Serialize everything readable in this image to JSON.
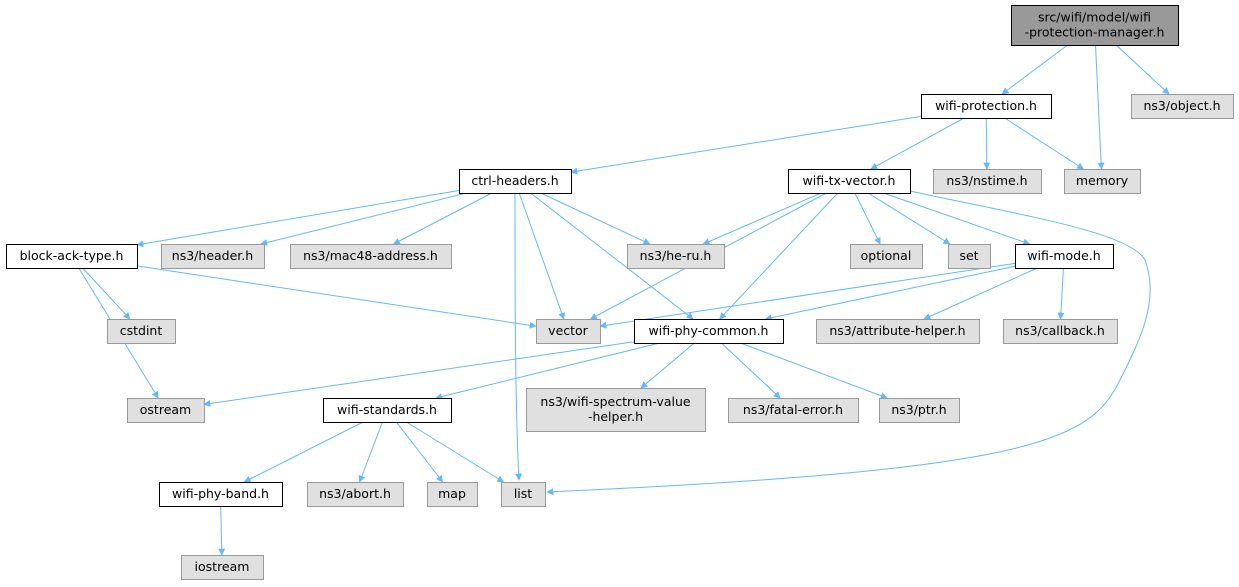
{
  "diagram": {
    "title": "",
    "colors": {
      "root_fill": "#999999",
      "local_fill": "#ffffff",
      "external_fill": "#e0e0e0",
      "external_stroke": "#999999",
      "local_stroke": "#000000",
      "edge": "#63b8ff",
      "text": "#000000"
    },
    "nodes": [
      {
        "id": "root",
        "kind": "root",
        "lines": [
          "src/wifi/model/wifi",
          "-protection-manager.h"
        ]
      },
      {
        "id": "wifi-protection",
        "kind": "local",
        "lines": [
          "wifi-protection.h"
        ]
      },
      {
        "id": "ns3-object",
        "kind": "external",
        "lines": [
          "ns3/object.h"
        ]
      },
      {
        "id": "ctrl-headers",
        "kind": "local",
        "lines": [
          "ctrl-headers.h"
        ]
      },
      {
        "id": "wifi-tx-vector",
        "kind": "local",
        "lines": [
          "wifi-tx-vector.h"
        ]
      },
      {
        "id": "ns3-nstime",
        "kind": "external",
        "lines": [
          "ns3/nstime.h"
        ]
      },
      {
        "id": "memory",
        "kind": "external",
        "lines": [
          "memory"
        ]
      },
      {
        "id": "block-ack-type",
        "kind": "local",
        "lines": [
          "block-ack-type.h"
        ]
      },
      {
        "id": "ns3-header",
        "kind": "external",
        "lines": [
          "ns3/header.h"
        ]
      },
      {
        "id": "ns3-mac48",
        "kind": "external",
        "lines": [
          "ns3/mac48-address.h"
        ]
      },
      {
        "id": "ns3-he-ru",
        "kind": "external",
        "lines": [
          "ns3/he-ru.h"
        ]
      },
      {
        "id": "optional",
        "kind": "external",
        "lines": [
          "optional"
        ]
      },
      {
        "id": "set",
        "kind": "external",
        "lines": [
          "set"
        ]
      },
      {
        "id": "wifi-mode",
        "kind": "local",
        "lines": [
          "wifi-mode.h"
        ]
      },
      {
        "id": "cstdint",
        "kind": "external",
        "lines": [
          "cstdint"
        ]
      },
      {
        "id": "vector",
        "kind": "external",
        "lines": [
          "vector"
        ]
      },
      {
        "id": "wifi-phy-common",
        "kind": "local",
        "lines": [
          "wifi-phy-common.h"
        ]
      },
      {
        "id": "ns3-attribute-helper",
        "kind": "external",
        "lines": [
          "ns3/attribute-helper.h"
        ]
      },
      {
        "id": "ns3-callback",
        "kind": "external",
        "lines": [
          "ns3/callback.h"
        ]
      },
      {
        "id": "ostream",
        "kind": "external",
        "lines": [
          "ostream"
        ]
      },
      {
        "id": "wifi-standards",
        "kind": "local",
        "lines": [
          "wifi-standards.h"
        ]
      },
      {
        "id": "ns3-wifi-spectrum",
        "kind": "external",
        "lines": [
          "ns3/wifi-spectrum-value",
          "-helper.h"
        ]
      },
      {
        "id": "ns3-fatal-error",
        "kind": "external",
        "lines": [
          "ns3/fatal-error.h"
        ]
      },
      {
        "id": "ns3-ptr",
        "kind": "external",
        "lines": [
          "ns3/ptr.h"
        ]
      },
      {
        "id": "wifi-phy-band",
        "kind": "local",
        "lines": [
          "wifi-phy-band.h"
        ]
      },
      {
        "id": "ns3-abort",
        "kind": "external",
        "lines": [
          "ns3/abort.h"
        ]
      },
      {
        "id": "map",
        "kind": "external",
        "lines": [
          "map"
        ]
      },
      {
        "id": "list",
        "kind": "external",
        "lines": [
          "list"
        ]
      },
      {
        "id": "iostream",
        "kind": "external",
        "lines": [
          "iostream"
        ]
      }
    ],
    "edges": [
      {
        "from": "root",
        "to": "wifi-protection"
      },
      {
        "from": "root",
        "to": "memory"
      },
      {
        "from": "root",
        "to": "ns3-object"
      },
      {
        "from": "wifi-protection",
        "to": "ctrl-headers"
      },
      {
        "from": "wifi-protection",
        "to": "wifi-tx-vector"
      },
      {
        "from": "wifi-protection",
        "to": "ns3-nstime"
      },
      {
        "from": "wifi-protection",
        "to": "memory"
      },
      {
        "from": "ctrl-headers",
        "to": "block-ack-type"
      },
      {
        "from": "ctrl-headers",
        "to": "ns3-header"
      },
      {
        "from": "ctrl-headers",
        "to": "ns3-mac48"
      },
      {
        "from": "ctrl-headers",
        "to": "ns3-he-ru"
      },
      {
        "from": "ctrl-headers",
        "to": "vector"
      },
      {
        "from": "ctrl-headers",
        "to": "wifi-phy-common"
      },
      {
        "from": "ctrl-headers",
        "to": "list"
      },
      {
        "from": "wifi-tx-vector",
        "to": "ns3-he-ru"
      },
      {
        "from": "wifi-tx-vector",
        "to": "optional"
      },
      {
        "from": "wifi-tx-vector",
        "to": "set"
      },
      {
        "from": "wifi-tx-vector",
        "to": "wifi-mode"
      },
      {
        "from": "wifi-tx-vector",
        "to": "vector"
      },
      {
        "from": "wifi-tx-vector",
        "to": "wifi-phy-common"
      },
      {
        "from": "wifi-tx-vector",
        "to": "list"
      },
      {
        "from": "block-ack-type",
        "to": "cstdint"
      },
      {
        "from": "block-ack-type",
        "to": "ostream"
      },
      {
        "from": "block-ack-type",
        "to": "vector"
      },
      {
        "from": "wifi-mode",
        "to": "vector"
      },
      {
        "from": "wifi-mode",
        "to": "wifi-phy-common"
      },
      {
        "from": "wifi-mode",
        "to": "ns3-attribute-helper"
      },
      {
        "from": "wifi-mode",
        "to": "ns3-callback"
      },
      {
        "from": "wifi-phy-common",
        "to": "ostream"
      },
      {
        "from": "wifi-phy-common",
        "to": "wifi-standards"
      },
      {
        "from": "wifi-phy-common",
        "to": "ns3-wifi-spectrum"
      },
      {
        "from": "wifi-phy-common",
        "to": "ns3-fatal-error"
      },
      {
        "from": "wifi-phy-common",
        "to": "ns3-ptr"
      },
      {
        "from": "wifi-standards",
        "to": "wifi-phy-band"
      },
      {
        "from": "wifi-standards",
        "to": "ns3-abort"
      },
      {
        "from": "wifi-standards",
        "to": "map"
      },
      {
        "from": "wifi-standards",
        "to": "list"
      },
      {
        "from": "wifi-phy-band",
        "to": "iostream"
      }
    ]
  }
}
